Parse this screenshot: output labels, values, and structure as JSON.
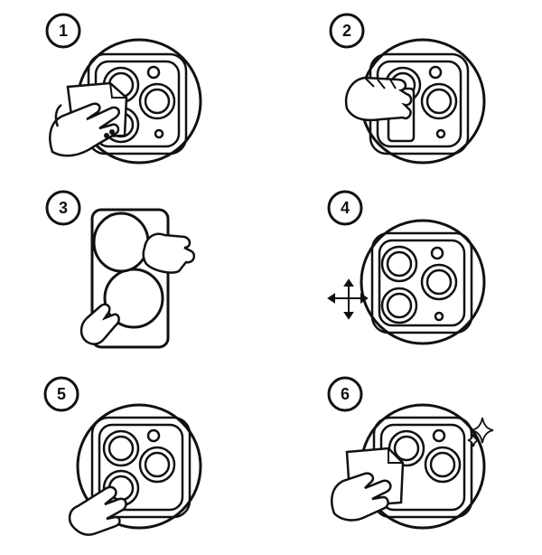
{
  "colors": {
    "ink": "#111111",
    "paper": "#ffffff"
  },
  "steps": [
    {
      "number": "1",
      "illustration": "wipe-lens-area-with-cloth",
      "icon": "cloth-hand-icon"
    },
    {
      "number": "2",
      "illustration": "press-dust-sticker-on-lens-area",
      "icon": "press-hand-icon"
    },
    {
      "number": "3",
      "illustration": "peel-protector-sheet-from-backing",
      "icon": "peel-hand-icon"
    },
    {
      "number": "4",
      "illustration": "align-protector-over-lenses",
      "icon": "align-arrows-icon"
    },
    {
      "number": "5",
      "illustration": "press-protector-onto-lenses",
      "icon": "finger-press-icon"
    },
    {
      "number": "6",
      "illustration": "polish-finished-lens-area",
      "icon": "sparkle-icon"
    }
  ]
}
